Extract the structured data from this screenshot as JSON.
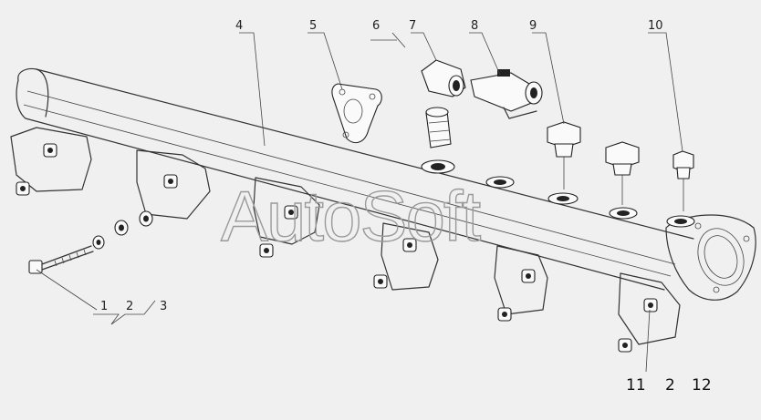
{
  "labels": {
    "l1": "1",
    "l2": "2",
    "l3": "3",
    "l4": "4",
    "l5": "5",
    "l6": "6",
    "l7": "7",
    "l8": "8",
    "l9": "9",
    "l10": "10",
    "l11": "11",
    "l2b": "2",
    "l12": "12"
  },
  "watermark": "AutoSoft",
  "colors": {
    "background": "#f0f0f0",
    "line": "#222222",
    "watermark": "#9a9a9a"
  }
}
